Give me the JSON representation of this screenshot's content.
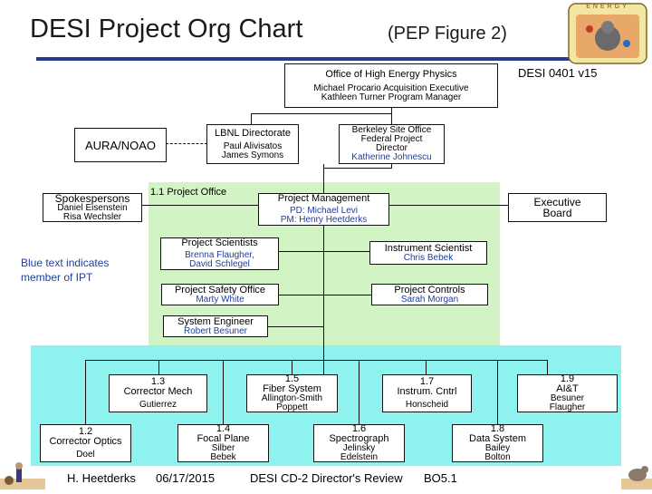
{
  "header": {
    "title": "DESI Project Org Chart",
    "subtitle": "(PEP Figure 2)",
    "doc_id": "DESI 0401 v15",
    "logo_text": "ENERGY"
  },
  "note": "Blue text indicates member of IPT",
  "boxes": {
    "ohep": {
      "title": "Office of High Energy Physics",
      "line1": "Michael Procario  Acquisition Executive",
      "line2": "Kathleen Turner  Program Manager"
    },
    "lbnl": {
      "title": "LBNL Directorate",
      "line1": "Paul Alivisatos",
      "line2": "James Symons"
    },
    "berkeley": {
      "title": "Berkeley Site Office",
      "line1": "Federal Project",
      "line2": "Director",
      "line3": "Katherine Johnescu"
    },
    "aura": {
      "title": "AURA/NOAO"
    },
    "spokes": {
      "title": "Spokespersons",
      "line1": "Daniel Eisenstein",
      "line2": "Risa Wechsler"
    },
    "exec": {
      "title": "Executive",
      "line1": "Board"
    },
    "project_office_label": "1.1 Project Office",
    "pm": {
      "title": "Project Management",
      "line1": "PD: Michael Levi",
      "line2": "PM: Henry Heetderks"
    },
    "scientists": {
      "title": "Project Scientists",
      "line1": "Brenna Flaugher,",
      "line2": "David Schlegel"
    },
    "instrument": {
      "title": "Instrument Scientist",
      "line1": "Chris Bebek"
    },
    "safety": {
      "title": "Project Safety Office",
      "line1": "Marty White"
    },
    "controls": {
      "title": "Project Controls",
      "line1": "Sarah Morgan"
    },
    "syseng": {
      "title": "System Engineer",
      "line1": "Robert Besuner"
    },
    "l2_top": [
      {
        "num": "1.3",
        "name": "Corrector Mech",
        "people": "Gutierrez"
      },
      {
        "num": "1.5",
        "name": "Fiber System",
        "people": "Allington-Smith",
        "people2": "Poppett"
      },
      {
        "num": "1.7",
        "name": "Instrum. Cntrl",
        "people": "Honscheid"
      },
      {
        "num": "1.9",
        "name": "AI&T",
        "people": "Besuner",
        "people2": "Flaugher"
      }
    ],
    "l2_bottom": [
      {
        "num": "1.2",
        "name": "Corrector Optics",
        "people": "Doel"
      },
      {
        "num": "1.4",
        "name": "Focal Plane",
        "people": "Silber",
        "people2": "Bebek"
      },
      {
        "num": "1.6",
        "name": "Spectrograph",
        "people": "Jelinsky",
        "people2": "Edelstein"
      },
      {
        "num": "1.8",
        "name": "Data System",
        "people": "Bailey",
        "people2": "Bolton"
      }
    ]
  },
  "footer": {
    "author": "H. Heetderks",
    "date": "06/17/2015",
    "review": "DESI CD-2 Director's Review",
    "slide": "BO5.1"
  },
  "colors": {
    "ipt_blue": "#1f3d9c",
    "project_office_green": "#d2f3c4",
    "level2_cyan": "#8ef2ee",
    "rule_blue": "#2b3a8f"
  }
}
